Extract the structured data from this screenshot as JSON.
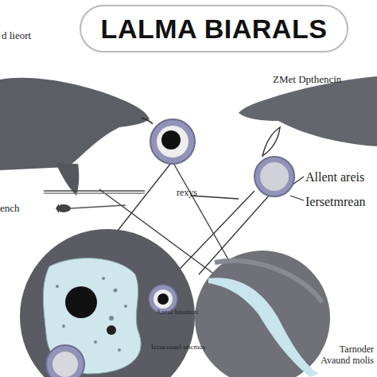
{
  "diagram": {
    "title": "LALMA BIARALS",
    "labels": [
      "d lieort",
      "ZMet Dpthencin",
      "rexys",
      "Allent areis",
      "Iersetmrean",
      "ench",
      "Aaeul bisotton",
      "Iccocooarl uncmos",
      "Tarnoder Avaund molis"
    ]
  }
}
